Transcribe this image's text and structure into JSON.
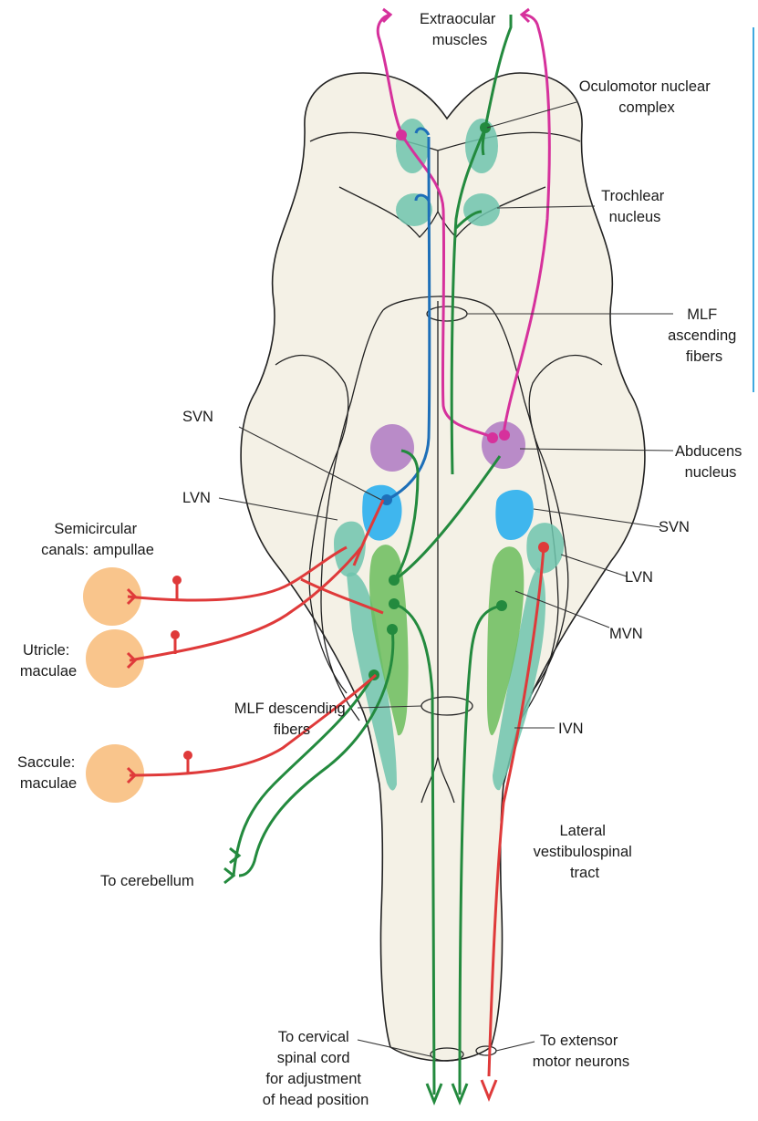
{
  "labels": {
    "extraocular": [
      "Extraocular",
      "muscles"
    ],
    "oculomotor": [
      "Oculomotor nuclear",
      "complex"
    ],
    "trochlear": [
      "Trochlear",
      "nucleus"
    ],
    "mlf_asc": [
      "MLF",
      "ascending",
      "fibers"
    ],
    "svn_left": "SVN",
    "lvn_left": "LVN",
    "abducens": [
      "Abducens",
      "nucleus"
    ],
    "semicircular": [
      "Semicircular",
      "canals: ampullae"
    ],
    "svn_right": "SVN",
    "lvn_right": "LVN",
    "utricle": [
      "Utricle:",
      "maculae"
    ],
    "mvn": "MVN",
    "ivn": "IVN",
    "saccule": [
      "Saccule:",
      "maculae"
    ],
    "lateral_vst": [
      "Lateral",
      "vestibulospinal",
      "tract"
    ],
    "to_cerebellum": "To cerebellum",
    "mlf_desc": [
      "MLF descending",
      "fibers"
    ],
    "to_cervical": [
      "To cervical",
      "spinal cord",
      "for adjustment",
      "of head position"
    ],
    "to_extensor": [
      "To extensor",
      "motor neurons"
    ]
  },
  "colors": {
    "pathway_eye": "#d6319c",
    "pathway_blue": "#1d6fb8",
    "pathway_green": "#238a3e",
    "pathway_red": "#df3a3a",
    "nucleus_teal": "#6fc4ad",
    "nucleus_mvn": "#6bbd5c",
    "nucleus_abducens": "#b98bc8",
    "nucleus_svn": "#3fb6ee",
    "sense_organ": "#f9c58c",
    "brainstem": "#f4f1e6"
  }
}
